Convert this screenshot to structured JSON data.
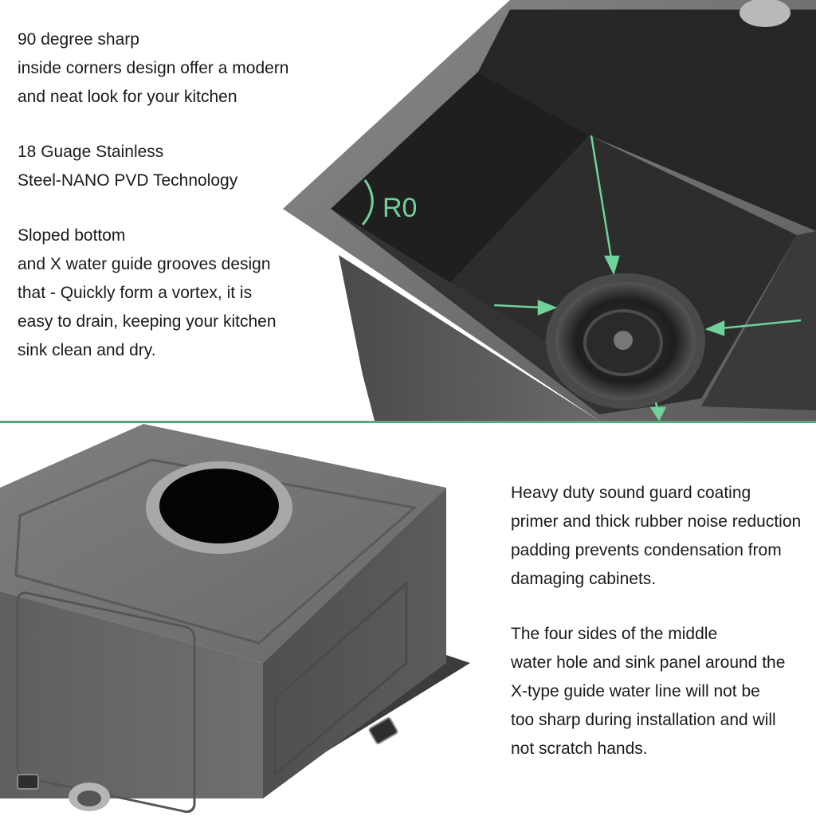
{
  "top_section": {
    "paragraphs": [
      [
        "90 degree sharp",
        "inside corners design offer a modern",
        "and neat look for your kitchen"
      ],
      [
        "18 Guage Stainless",
        "Steel-NANO PVD Technology"
      ],
      [
        "Sloped bottom",
        "and X water guide grooves design",
        "that - Quickly form a vortex, it is",
        "easy to drain, keeping your kitchen",
        "sink clean and dry."
      ]
    ],
    "corner_label": "R0"
  },
  "bottom_section": {
    "paragraphs": [
      [
        "Heavy duty sound guard coating",
        "primer and thick rubber noise reduction",
        "padding prevents condensation from",
        "damaging cabinets."
      ],
      [
        "The four sides of the middle",
        "water hole and sink panel around the",
        "X-type guide water line will not be",
        "too sharp during installation and will",
        "not scratch hands."
      ]
    ]
  },
  "colors": {
    "accent_green": "#6fd29b",
    "divider_green": "#5aa877",
    "sink_dark": "#2b2b2b",
    "sink_gray": "#6e6e6e"
  }
}
